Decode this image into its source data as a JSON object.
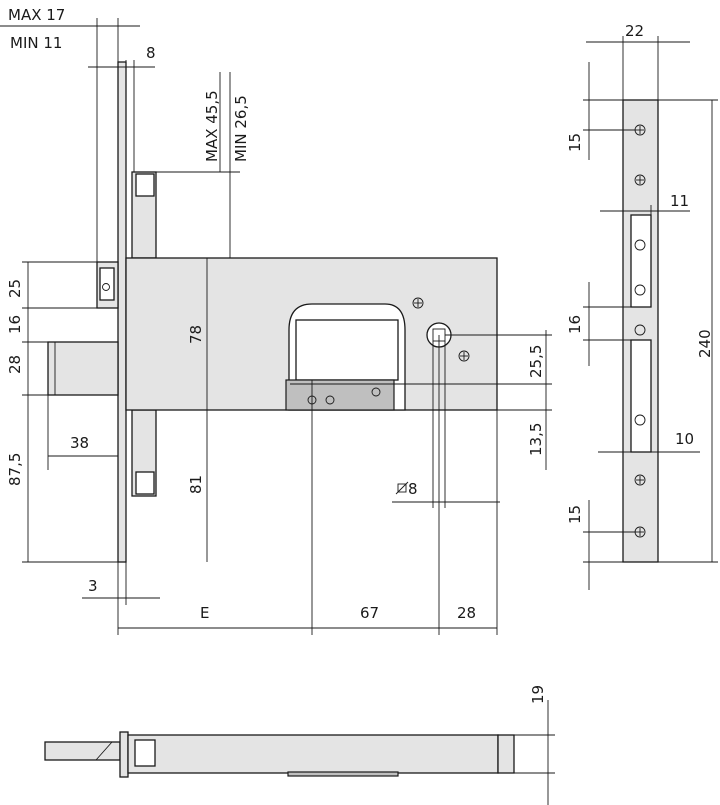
{
  "dimensions": {
    "backset_max": "MAX 17",
    "backset_min": "MIN 11",
    "faceplate_offset": "8",
    "throw_max": "MAX 45,5",
    "throw_min": "MIN 26,5",
    "latch_height": "25",
    "gap_16": "16",
    "bolt_height": "28",
    "to_bottom": "87,5",
    "body_upper": "78",
    "body_lower": "81",
    "bolt_projection": "38",
    "plate_thickness": "3",
    "distance_e": "E",
    "center_distance": "67",
    "end_distance": "28",
    "hub_offset": "25,5",
    "lower_offset": "13,5",
    "spindle": "8",
    "strike_width": "22",
    "strike_top_15": "15",
    "strike_slot_11": "11",
    "strike_slot_16": "16",
    "strike_total": "240",
    "strike_slot_10": "10",
    "strike_bottom_15": "15",
    "depth": "19"
  }
}
